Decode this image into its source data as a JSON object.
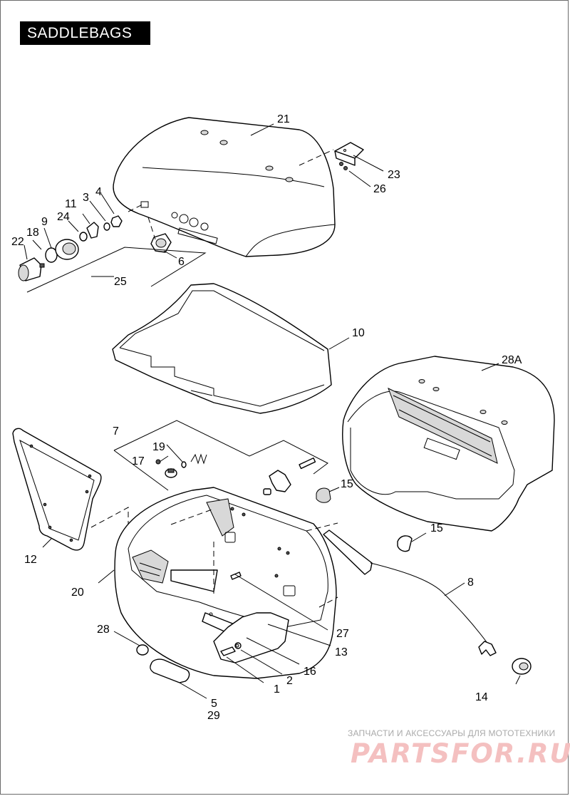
{
  "title": "SADDLEBAGS",
  "labels": {
    "l1": "1",
    "l2": "2",
    "l3": "3",
    "l4": "4",
    "l5": "5",
    "l6": "6",
    "l7": "7",
    "l8": "8",
    "l9": "9",
    "l10": "10",
    "l11": "11",
    "l12": "12",
    "l13": "13",
    "l14": "14",
    "l15a": "15",
    "l15b": "15",
    "l16": "16",
    "l17": "17",
    "l18": "18",
    "l19": "19",
    "l20": "20",
    "l21": "21",
    "l22": "22",
    "l23": "23",
    "l24": "24",
    "l25": "25",
    "l26": "26",
    "l27": "27",
    "l28": "28",
    "l28a": "28A",
    "l29": "29"
  },
  "watermark": {
    "tagline": "ЗАПЧАСТИ И АКСЕССУАРЫ ДЛЯ МОТОТЕХНИКИ",
    "logo": "PARTSFOR.RU"
  }
}
